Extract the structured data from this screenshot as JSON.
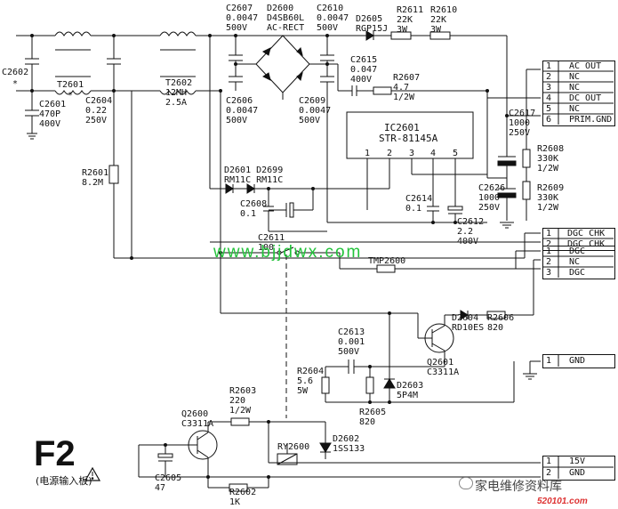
{
  "figure": {
    "id": "F2",
    "subtitle": "(电源输入板)",
    "website": "www.bjjdwx.com",
    "brand": "家电维修资料库",
    "brand_url": "520101.com"
  },
  "labels": {
    "c2602": "C2602",
    "star1": "*",
    "star2": "*",
    "c2601": "C2601\n470P\n400V",
    "t2601": "T2601",
    "c2604": "C2604\n0.22\n250V",
    "t2602": "T2602\n12MH\n2.5A",
    "r2601": "R2601\n8.2M",
    "c2607": "C2607\n0.0047\n500V",
    "d2600": "D2600\nD4SB60L\nAC-RECT",
    "c2610": "C2610\n0.0047\n500V",
    "c2606": "C2606\n0.0047\n500V",
    "c2609": "C2609\n0.0047\n500V",
    "d2605": "D2605\nRGP15J",
    "r2611": "R2611\n22K\n3W",
    "r2610": "R2610\n22K\n3W",
    "c2615": "C2615\n0.047\n400V",
    "r2607": "R2607\n4.7\n1/2W",
    "ic_name": "IC2601",
    "ic_part": "STR-81145A",
    "ic_pins": [
      "1",
      "2",
      "3",
      "4",
      "5"
    ],
    "c2617": "C2617\n1000\n250V",
    "r2608": "R2608\n330K\n1/2W",
    "r2609": "R2609\n330K\n1/2W",
    "c2626": "C2626\n1000\n250V",
    "d2601": "D2601 D2699\nRM11C RM11C",
    "c2608": "C2608\n0.1",
    "c2611": "C2611\n100",
    "c2614": "C2614\n0.1",
    "c2612": "C2612\n2.2\n400V",
    "tmp2600": "TMP2600",
    "c2613": "C2613\n0.001\n500V",
    "r2604": "R2604\n5.6\n5W",
    "r2605": "R2605\n820",
    "d2603": "D2603\n5P4M",
    "q2601": "Q2601\nC3311A",
    "d2604": "D2604\nRD10ES",
    "r2606": "R2606\n820",
    "r2603": "R2603\n220\n1/2W",
    "q2600": "Q2600\nC3311A",
    "ry2600": "RY2600",
    "d2602": "D2602\n1SS133",
    "c2605": "C2605\n47",
    "r2602": "R2602\n1K"
  },
  "connectors": {
    "ac": [
      {
        "pin": "1",
        "name": "AC OUT"
      },
      {
        "pin": "2",
        "name": "NC"
      },
      {
        "pin": "3",
        "name": "NC"
      },
      {
        "pin": "4",
        "name": "DC OUT"
      },
      {
        "pin": "5",
        "name": "NC"
      },
      {
        "pin": "6",
        "name": "PRIM.GND"
      }
    ],
    "dgc_chk": [
      {
        "pin": "1",
        "name": "DGC CHK"
      },
      {
        "pin": "2",
        "name": "DGC CHK"
      }
    ],
    "dgc": [
      {
        "pin": "1",
        "name": "DGC"
      },
      {
        "pin": "2",
        "name": "NC"
      },
      {
        "pin": "3",
        "name": "DGC"
      }
    ],
    "gnd": [
      {
        "pin": "1",
        "name": "GND"
      }
    ],
    "pwr": [
      {
        "pin": "1",
        "name": "15V"
      },
      {
        "pin": "2",
        "name": "GND"
      }
    ]
  }
}
